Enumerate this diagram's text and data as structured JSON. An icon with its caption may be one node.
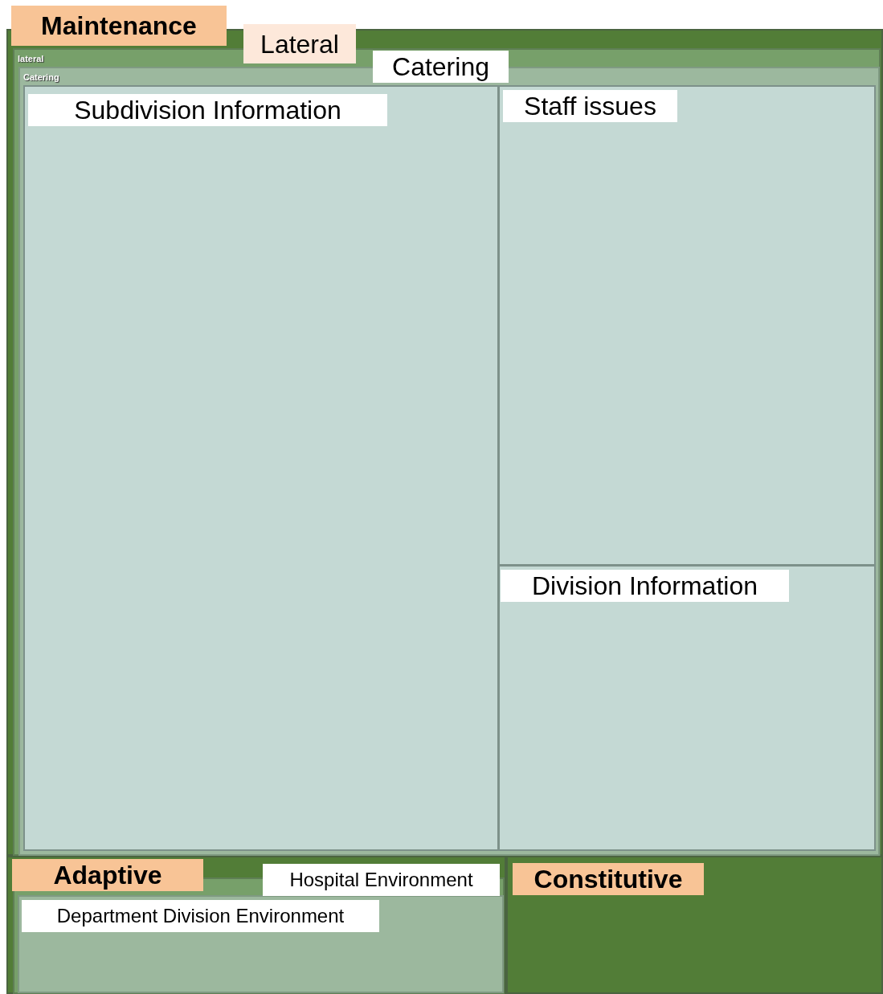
{
  "diagram": {
    "nodes": [
      {
        "text": [
          "Maintenance"
        ]
      },
      {
        "text": [
          "Lateral",
          "lateral"
        ],
        "in": 0
      },
      {
        "text": [
          "Catering",
          "Catering"
        ],
        "in": 1
      },
      {
        "text": [
          "Subdivision Information"
        ],
        "in": 2
      },
      {
        "text": [
          "Staff issues"
        ],
        "in": 2
      },
      {
        "text": [
          "Division Information"
        ],
        "in": 2
      },
      {
        "text": [
          "Adaptive"
        ]
      },
      {
        "text": [
          "Hospital Environment"
        ],
        "in": 6
      },
      {
        "text": [
          "Department Division Environment"
        ],
        "in": 7
      },
      {
        "text": [
          "Constitutive"
        ]
      }
    ]
  }
}
